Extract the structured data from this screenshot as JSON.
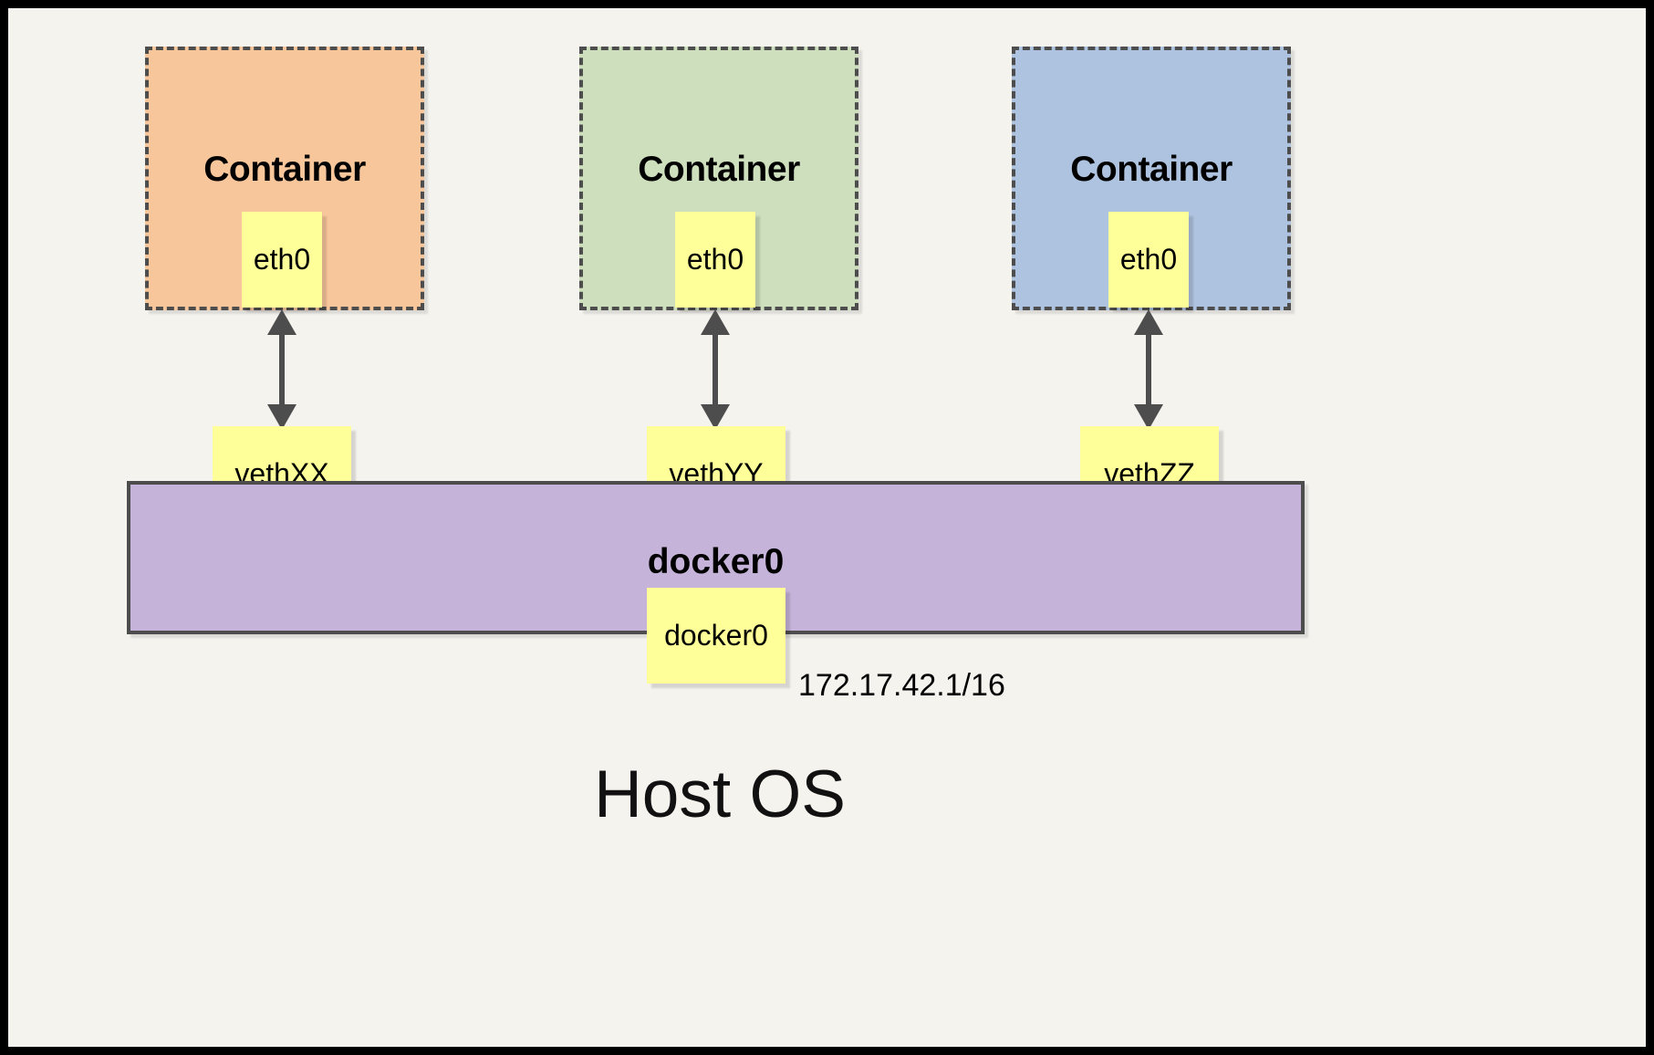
{
  "diagram": {
    "title_caption": "Host OS",
    "background_color": "#f5f3ee",
    "frame_color": "#000000",
    "containers": [
      {
        "label": "Container",
        "fill_color": "#f7c69b",
        "border_color": "#4d4d4d",
        "interface": {
          "label": "eth0",
          "fill_color": "#ffff99"
        },
        "veth": {
          "label": "vethXX",
          "fill_color": "#ffff99"
        }
      },
      {
        "label": "Container",
        "fill_color": "#cedfbd",
        "border_color": "#4d4d4d",
        "interface": {
          "label": "eth0",
          "fill_color": "#ffff99"
        },
        "veth": {
          "label": "vethYY",
          "fill_color": "#ffff99"
        }
      },
      {
        "label": "Container",
        "fill_color": "#aec3e0",
        "border_color": "#4d4d4d",
        "interface": {
          "label": "eth0",
          "fill_color": "#ffff99"
        },
        "veth": {
          "label": "vethZZ",
          "fill_color": "#ffff99"
        }
      }
    ],
    "bridge": {
      "label": "docker0",
      "fill_color": "#c6b3da",
      "border_color": "#4d4d4d",
      "interface_label": "docker0",
      "ip_address": "172.17.42.1/16"
    },
    "arrows": {
      "style": "double-headed-vertical",
      "color": "#4d4d4d",
      "count": 3
    }
  }
}
